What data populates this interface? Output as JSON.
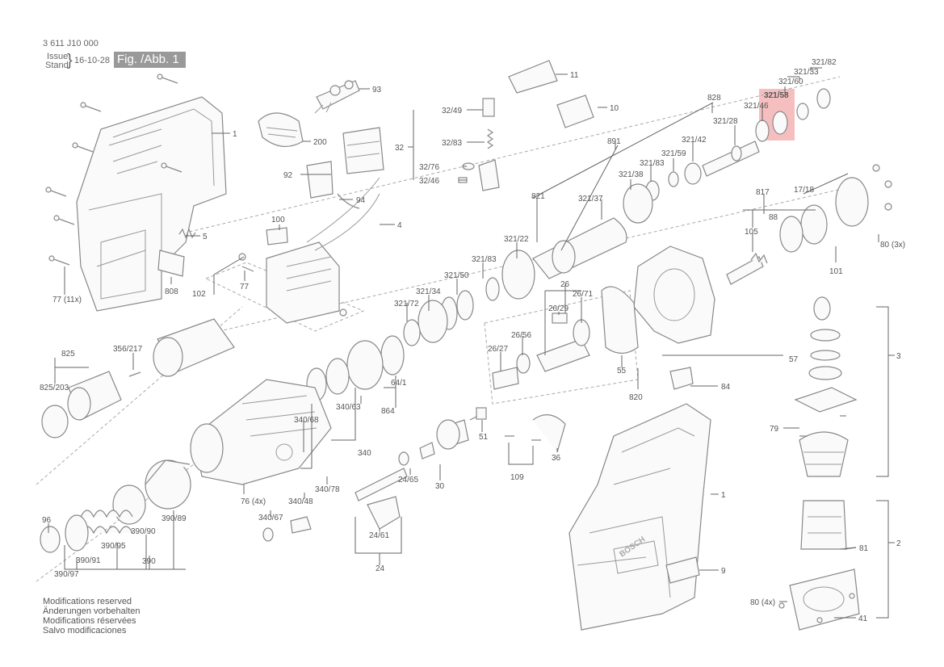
{
  "header": {
    "part_number": "3 611 J10 000",
    "issue_label_1": "Issue",
    "issue_label_2": "Stand",
    "date": "16-10-28",
    "figure": "Fig. /Abb. 1"
  },
  "footer": {
    "lines": [
      "Modifications reserved",
      "Änderungen vorbehalten",
      "Modifications réservées",
      "Salvo modificaciones"
    ]
  },
  "highlight": {
    "label": "321/58",
    "color": "#f4b4b4"
  },
  "labels": {
    "l93": "93",
    "l11": "11",
    "l10": "10",
    "l1a": "1",
    "l200": "200",
    "l32_49": "32/49",
    "l32": "32",
    "l32_83": "32/83",
    "l32_76": "32/76",
    "l32_46": "32/46",
    "l92": "92",
    "l94": "94",
    "l4": "4",
    "l100": "100",
    "l5": "5",
    "l808": "808",
    "l102": "102",
    "l77": "77",
    "l77_11x": "77 (11x)",
    "l828": "828",
    "l321_82": "321/82",
    "l321_33": "321/33",
    "l321_60": "321/60",
    "l321_46": "321/46",
    "l321_28": "321/28",
    "l321_42": "321/42",
    "l321_59": "321/59",
    "l891": "891",
    "l321_83a": "321/83",
    "l321_38": "321/38",
    "l821": "821",
    "l321_37": "321/37",
    "l817": "817",
    "l17_18": "17/18",
    "l80_3x": "80 (3x)",
    "l105": "105",
    "l88": "88",
    "l101": "101",
    "l321_22": "321/22",
    "l321_83b": "321/83",
    "l321_50": "321/50",
    "l321_34": "321/34",
    "l321_72": "321/72",
    "l26": "26",
    "l26_71": "26/71",
    "l26_29": "26/29",
    "l26_56": "26/56",
    "l26_27": "26/27",
    "l57": "57",
    "l3": "3",
    "l55": "55",
    "l84": "84",
    "l820": "820",
    "l825": "825",
    "l356_217": "356/217",
    "l825_203": "825/203",
    "l64_1": "64/1",
    "l864": "864",
    "l340_63": "340/63",
    "l340_68": "340/68",
    "l340": "340",
    "l51": "51",
    "l36": "36",
    "l109": "109",
    "l79": "79",
    "l1b": "1",
    "l24_65": "24/65",
    "l30": "30",
    "l76_4x": "76 (4x)",
    "l340_78": "340/78",
    "l340_48": "340/48",
    "l340_67": "340/67",
    "l24_61": "24/61",
    "l24": "24",
    "l96": "96",
    "l390_91": "390/91",
    "l390_95": "390/95",
    "l390_90": "390/90",
    "l390_89": "390/89",
    "l390": "390",
    "l390_97": "390/97",
    "l81": "81",
    "l2": "2",
    "l9": "9",
    "l80_4x": "80 (4x)",
    "l41": "41",
    "brand": "BOSCH"
  }
}
